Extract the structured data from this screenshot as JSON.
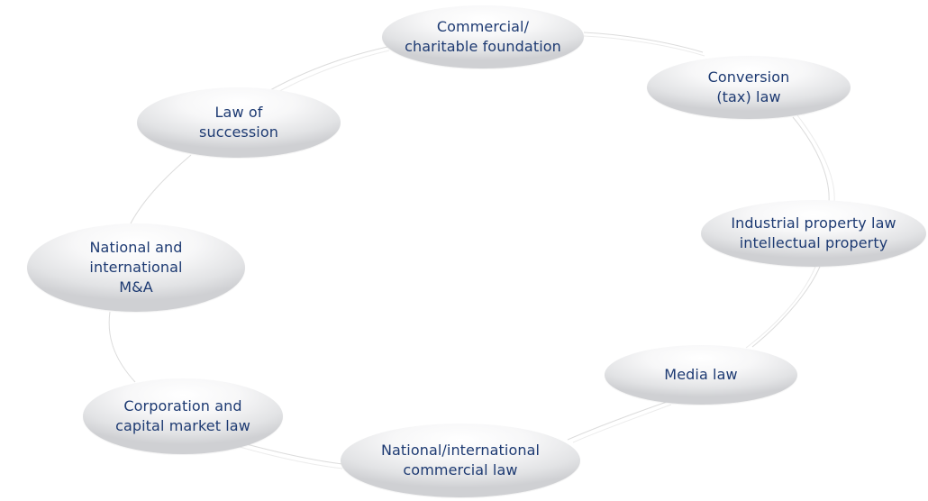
{
  "nodes": [
    {
      "id": "foundation",
      "label": "Commercial/\ncharitable foundation"
    },
    {
      "id": "conversion",
      "label": "Conversion\n(tax) law"
    },
    {
      "id": "ip",
      "label": "Industrial property law\nintellectual property"
    },
    {
      "id": "media",
      "label": "Media law"
    },
    {
      "id": "commercial",
      "label": "National/international\ncommercial law"
    },
    {
      "id": "corporation",
      "label": "Corporation and\ncapital market law"
    },
    {
      "id": "ma",
      "label": "National and\ninternational\nM&A"
    },
    {
      "id": "succession",
      "label": "Law of\nsuccession"
    }
  ],
  "colors": {
    "text": "#1d3a72",
    "connector": "#dcdcdc",
    "node_light": "#ffffff",
    "node_dark": "#cfd0d3"
  }
}
